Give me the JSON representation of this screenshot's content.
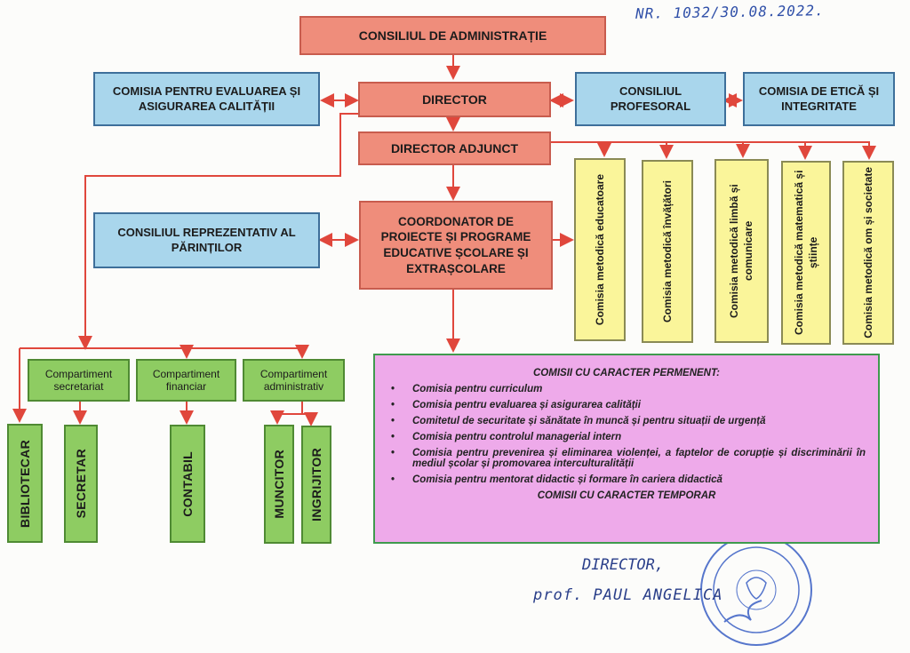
{
  "registration": "NR. 1032/30.08.2022.",
  "boxes": {
    "consiliu_administratie": "CONSILIUL DE ADMINISTRAȚIE",
    "director": "DIRECTOR",
    "comisia_evaluare": "COMISIA PENTRU EVALUAREA ȘI ASIGURAREA CALITĂȚII",
    "consiliul_profesoral": "CONSILIUL PROFESORAL",
    "comisia_etica": "COMISIA DE ETICĂ ȘI INTEGRITATE",
    "director_adjunct": "DIRECTOR ADJUNCT",
    "consiliul_parinti": "CONSILIUL REPREZENTATIV AL PĂRINȚILOR",
    "coordonator": "COORDONATOR DE PROIECTE ȘI PROGRAME EDUCATIVE ȘCOLARE ȘI EXTRAȘCOLARE"
  },
  "comisii_metodice": [
    "Comisia metodică educatoare",
    "Comisia metodică învățători",
    "Comisia metodică limbă și comunicare",
    "Comisia metodică matematică și științe",
    "Comisia metodică om și societate"
  ],
  "compartimente": [
    "Compartiment secretariat",
    "Compartiment financiar",
    "Compartiment administrativ"
  ],
  "personal": [
    "BIBLIOTECAR",
    "SECRETAR",
    "CONTABIL",
    "MUNCITOR",
    "INGRIJITOR"
  ],
  "comisii": {
    "permanent_title": "COMISII CU CARACTER PERMENENT:",
    "permanent": [
      "Comisia pentru curriculum",
      "Comisia pentru evaluarea și asigurarea calității",
      "Comitetul de securitate și sănătate în muncă și pentru situații de urgență",
      "Comisia pentru controlul managerial intern",
      "Comisia pentru prevenirea și eliminarea violenței, a faptelor de corupție și discriminării în mediul școlar și promovarea interculturalității",
      "Comisia pentru mentorat didactic și formare în cariera didactică"
    ],
    "temporar_title": "COMISII CU CARACTER TEMPORAR"
  },
  "signature": {
    "role": "DIRECTOR,",
    "name": "prof. PAUL ANGELICA"
  },
  "colors": {
    "connector": "#e0473c",
    "stamp": "#3a5fc4"
  }
}
